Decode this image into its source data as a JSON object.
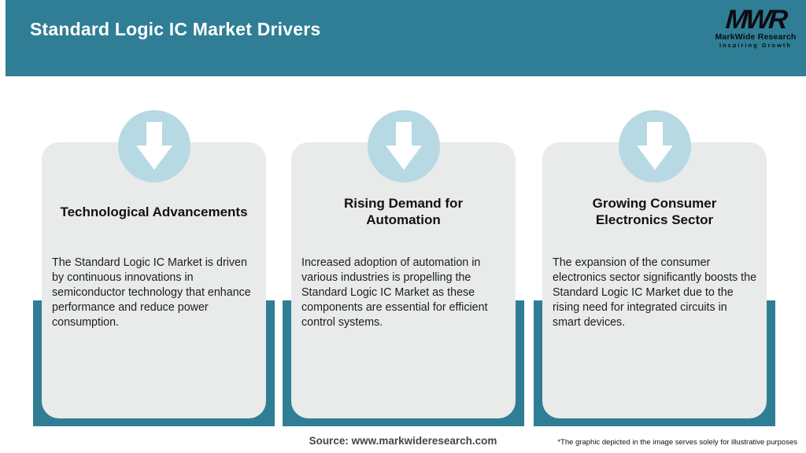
{
  "header": {
    "title": "Standard Logic IC Market Drivers",
    "logo": {
      "monogram": "MWR",
      "name": "MarkWide Research",
      "tagline": "Inspiring Growth"
    }
  },
  "cards": [
    {
      "icon": "down-arrow-icon",
      "title": "Technological Advancements",
      "description": "The Standard Logic IC Market is driven by continuous innovations in semiconductor technology that enhance performance and reduce power consumption."
    },
    {
      "icon": "down-arrow-icon",
      "title": "Rising Demand for\nAutomation",
      "description": "Increased adoption of automation in various industries is propelling the Standard Logic IC Market as these components are essential for efficient control systems."
    },
    {
      "icon": "down-arrow-icon",
      "title": "Growing Consumer\nElectronics Sector",
      "description": "The expansion of the consumer electronics sector significantly boosts the Standard Logic IC Market due to the rising need for integrated circuits in smart devices."
    }
  ],
  "footer": {
    "source": "Source: www.markwideresearch.com",
    "disclaimer": "*The graphic depicted in the image serves solely for illustrative purposes"
  },
  "colors": {
    "teal": "#2F7E95",
    "card_background": "#E8EBEA",
    "icon_circle": "#B7D9E4",
    "arrow": "#FFFFFF",
    "header_text": "#FFFFFF",
    "logo_text": "#0C0C12"
  }
}
